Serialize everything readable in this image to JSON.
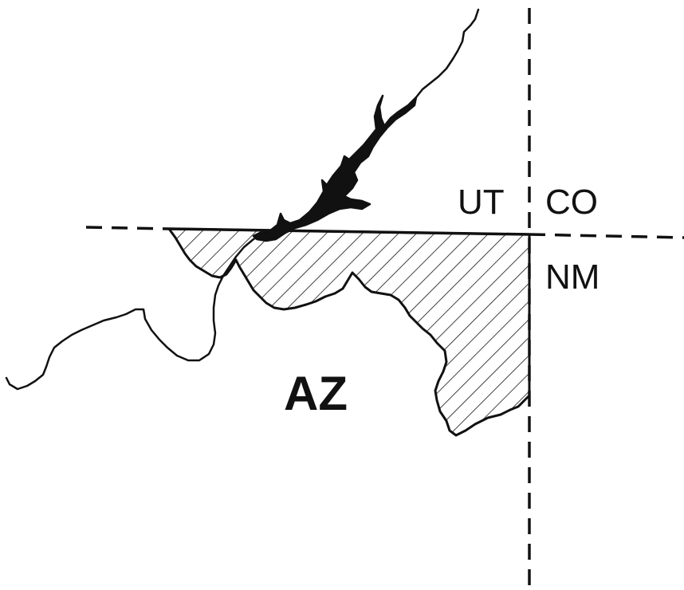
{
  "map": {
    "labels": {
      "utah": "UT",
      "colorado": "CO",
      "new_mexico": "NM",
      "arizona": "AZ"
    },
    "colors": {
      "ink": "#111111",
      "background": "#ffffff"
    }
  }
}
